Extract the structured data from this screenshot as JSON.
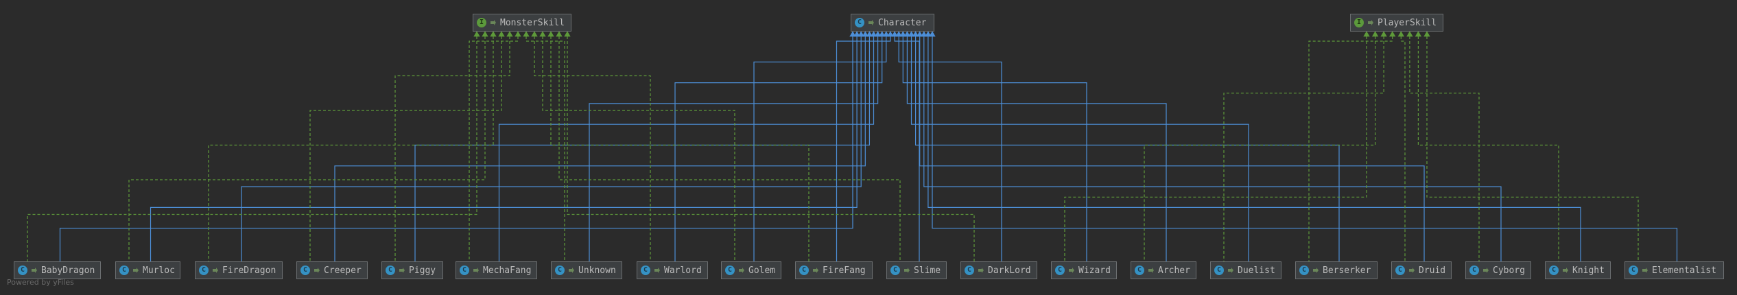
{
  "diagram": {
    "watermark": "Powered by yFiles",
    "colors": {
      "background": "#2b2b2b",
      "extends_edge": "#4d8fd8",
      "implements_edge": "#5e9a3a"
    },
    "parents": [
      {
        "id": "MonsterSkill",
        "label": "MonsterSkill",
        "kind": "interface"
      },
      {
        "id": "Character",
        "label": "Character",
        "kind": "class"
      },
      {
        "id": "PlayerSkill",
        "label": "PlayerSkill",
        "kind": "interface"
      }
    ],
    "children": [
      {
        "id": "BabyDragon",
        "label": "BabyDragon",
        "kind": "class",
        "extends": "Character",
        "implements": "MonsterSkill"
      },
      {
        "id": "Murloc",
        "label": "Murloc",
        "kind": "class",
        "extends": "Character",
        "implements": "MonsterSkill"
      },
      {
        "id": "FireDragon",
        "label": "FireDragon",
        "kind": "class",
        "extends": "Character",
        "implements": "MonsterSkill"
      },
      {
        "id": "Creeper",
        "label": "Creeper",
        "kind": "class",
        "extends": "Character",
        "implements": "MonsterSkill"
      },
      {
        "id": "Piggy",
        "label": "Piggy",
        "kind": "class",
        "extends": "Character",
        "implements": "MonsterSkill"
      },
      {
        "id": "MechaFang",
        "label": "MechaFang",
        "kind": "class",
        "extends": "Character",
        "implements": "MonsterSkill"
      },
      {
        "id": "Unknown",
        "label": "Unknown",
        "kind": "class",
        "extends": "Character",
        "implements": "MonsterSkill"
      },
      {
        "id": "Warlord",
        "label": "Warlord",
        "kind": "class",
        "extends": "Character",
        "implements": "MonsterSkill"
      },
      {
        "id": "Golem",
        "label": "Golem",
        "kind": "class",
        "extends": "Character",
        "implements": "MonsterSkill"
      },
      {
        "id": "FireFang",
        "label": "FireFang",
        "kind": "class",
        "extends": "Character",
        "implements": "MonsterSkill"
      },
      {
        "id": "Slime",
        "label": "Slime",
        "kind": "class",
        "extends": "Character",
        "implements": "MonsterSkill"
      },
      {
        "id": "DarkLord",
        "label": "DarkLord",
        "kind": "class",
        "extends": "Character",
        "implements": "MonsterSkill"
      },
      {
        "id": "Wizard",
        "label": "Wizard",
        "kind": "class",
        "extends": "Character",
        "implements": "PlayerSkill"
      },
      {
        "id": "Archer",
        "label": "Archer",
        "kind": "class",
        "extends": "Character",
        "implements": "PlayerSkill"
      },
      {
        "id": "Duelist",
        "label": "Duelist",
        "kind": "class",
        "extends": "Character",
        "implements": "PlayerSkill"
      },
      {
        "id": "Berserker",
        "label": "Berserker",
        "kind": "class",
        "extends": "Character",
        "implements": "PlayerSkill"
      },
      {
        "id": "Druid",
        "label": "Druid",
        "kind": "class",
        "extends": "Character",
        "implements": "PlayerSkill"
      },
      {
        "id": "Cyborg",
        "label": "Cyborg",
        "kind": "class",
        "extends": "Character",
        "implements": "PlayerSkill"
      },
      {
        "id": "Knight",
        "label": "Knight",
        "kind": "class",
        "extends": "Character",
        "implements": "PlayerSkill"
      },
      {
        "id": "Elementalist",
        "label": "Elementalist",
        "kind": "class",
        "extends": "Character",
        "implements": "PlayerSkill"
      }
    ]
  }
}
